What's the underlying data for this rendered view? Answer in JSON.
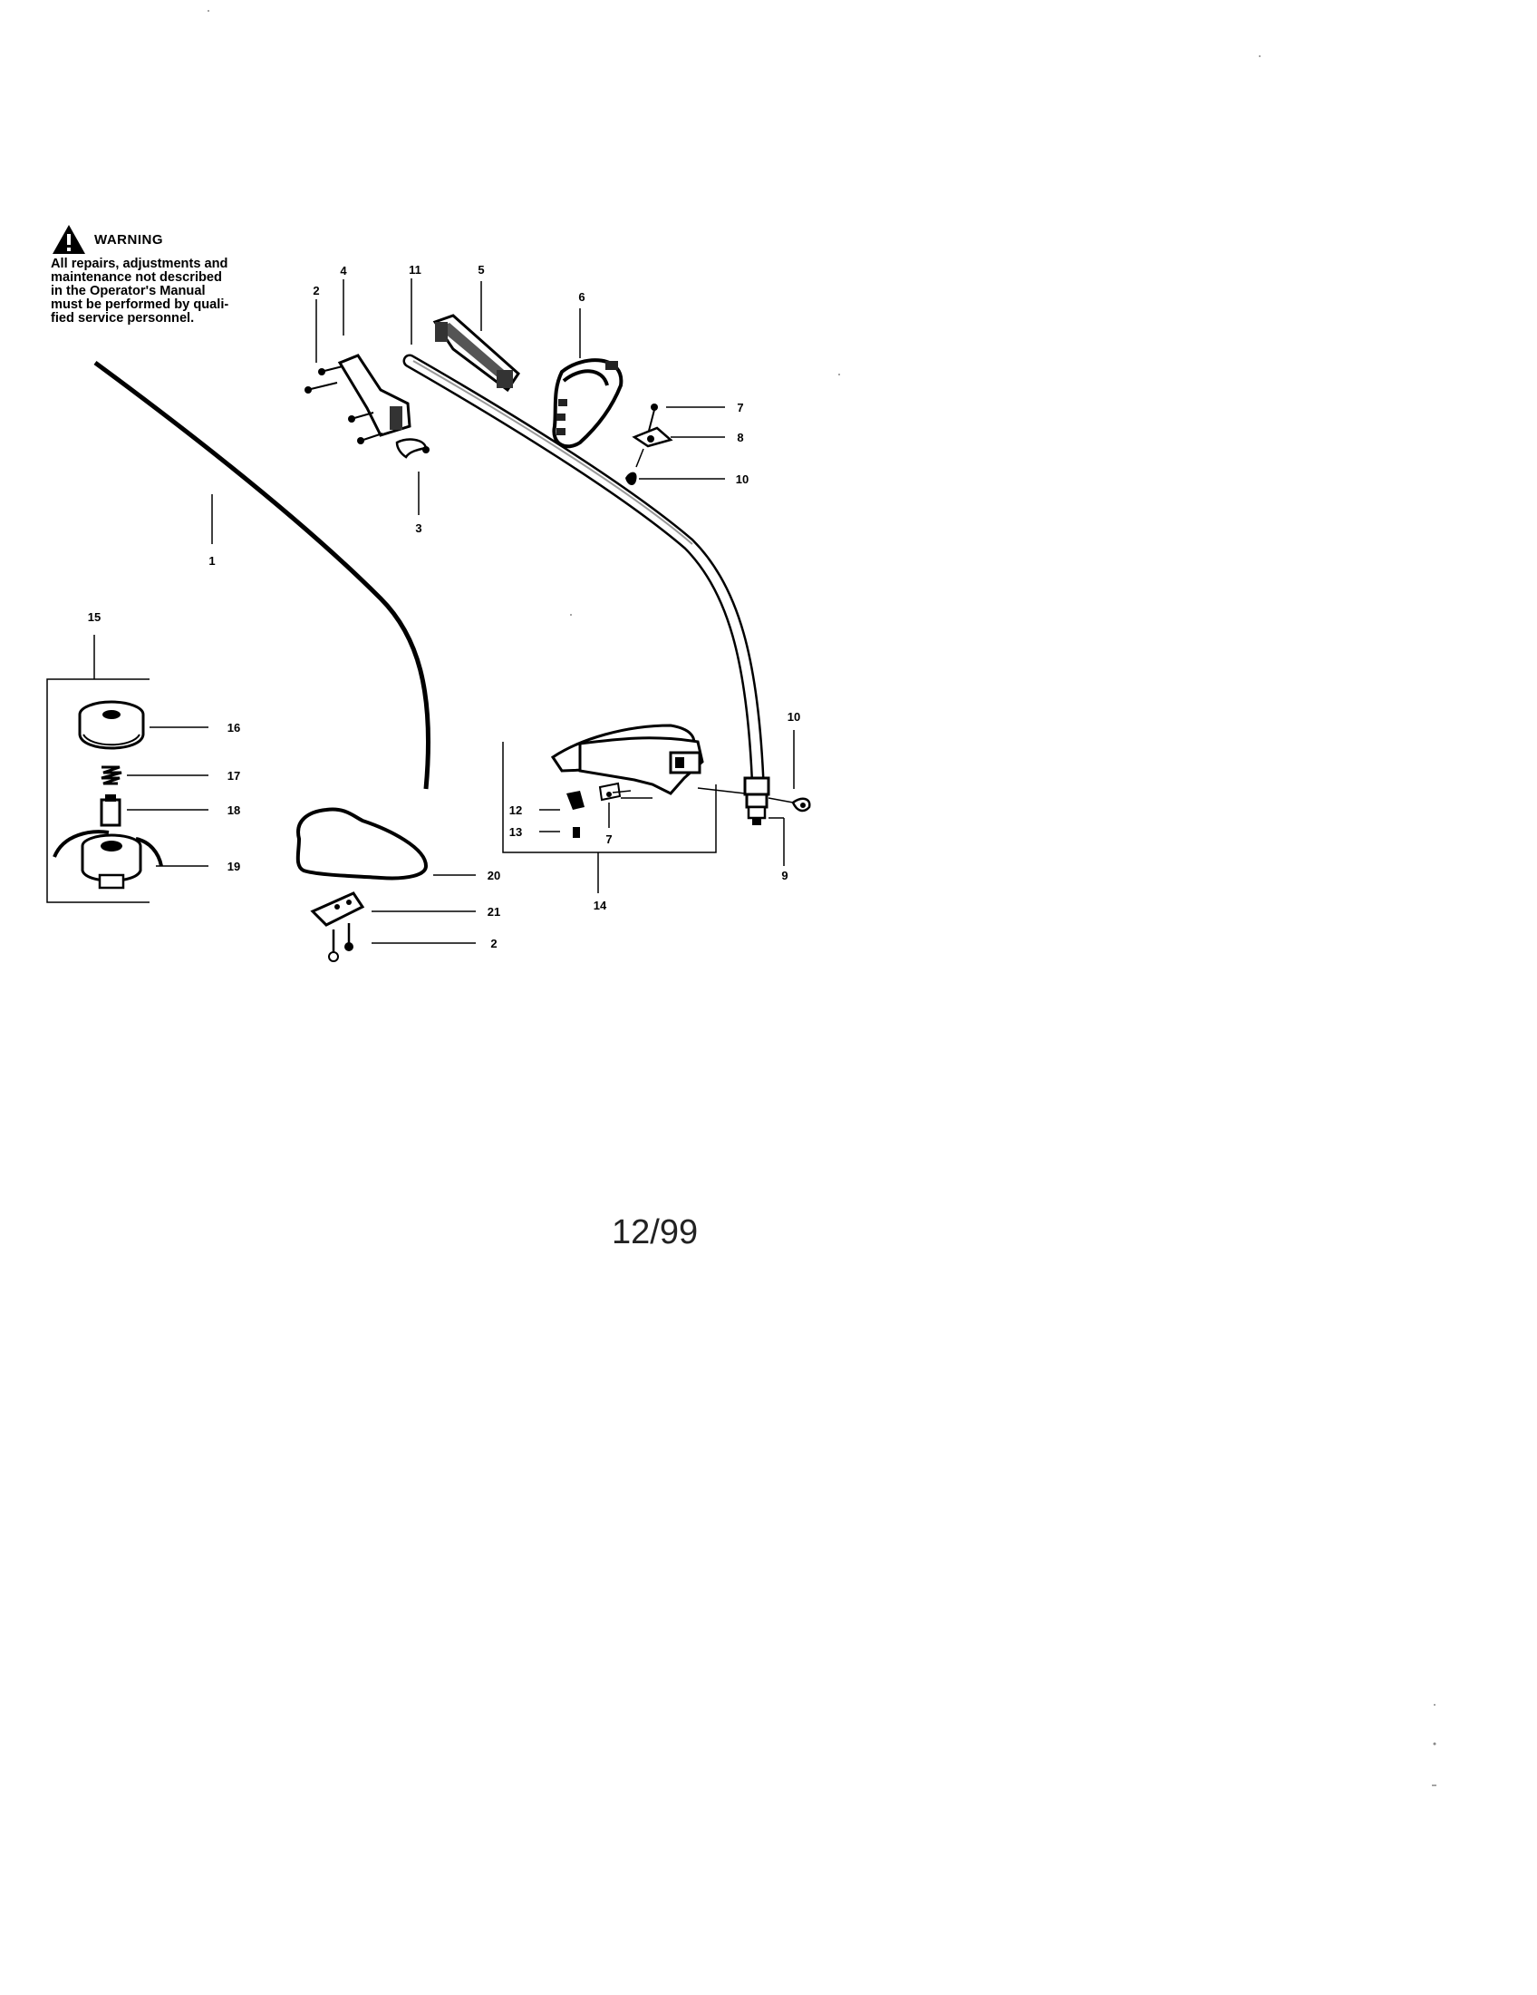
{
  "warning": {
    "title": "WARNING",
    "lines": [
      "All repairs, adjustments and",
      "maintenance not described",
      "in the Operator's Manual",
      "must be performed by quali-",
      "fied service personnel."
    ]
  },
  "callouts": {
    "c1": "1",
    "c2a": "2",
    "c2b": "2",
    "c3": "3",
    "c4": "4",
    "c5": "5",
    "c6": "6",
    "c7a": "7",
    "c7b": "7",
    "c8": "8",
    "c9": "9",
    "c10a": "10",
    "c10b": "10",
    "c11": "11",
    "c12": "12",
    "c13": "13",
    "c14": "14",
    "c15": "15",
    "c16": "16",
    "c17": "17",
    "c18": "18",
    "c19": "19",
    "c20": "20",
    "c21": "21"
  },
  "footer": {
    "date": "12/99"
  }
}
